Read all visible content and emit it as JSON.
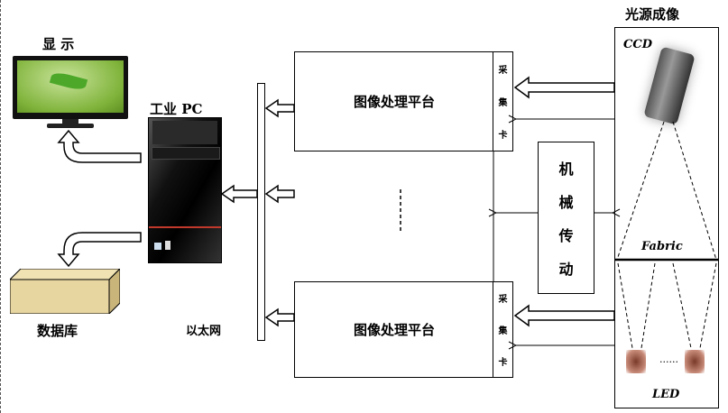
{
  "display": {
    "label": "显 示"
  },
  "pc": {
    "label": "工业 PC"
  },
  "database": {
    "label": "数据库"
  },
  "ethernet": {
    "label": "以太网"
  },
  "processing": [
    {
      "label": "图像处理平台",
      "card": [
        "采",
        "集",
        "卡"
      ]
    },
    {
      "label": "图像处理平台",
      "card": [
        "采",
        "集",
        "卡"
      ]
    }
  ],
  "mechanical": {
    "chars": [
      "机",
      "械",
      "传",
      "动"
    ]
  },
  "imaging": {
    "title": "光源成像",
    "ccd": "CCD",
    "fabric": "Fabric",
    "led": "LED",
    "led_dots": "......"
  },
  "colors": {
    "screen": "#7fb33a",
    "wood": "#e8d6a0",
    "tower": "#1a1a1a",
    "accent": "#c0392b"
  }
}
